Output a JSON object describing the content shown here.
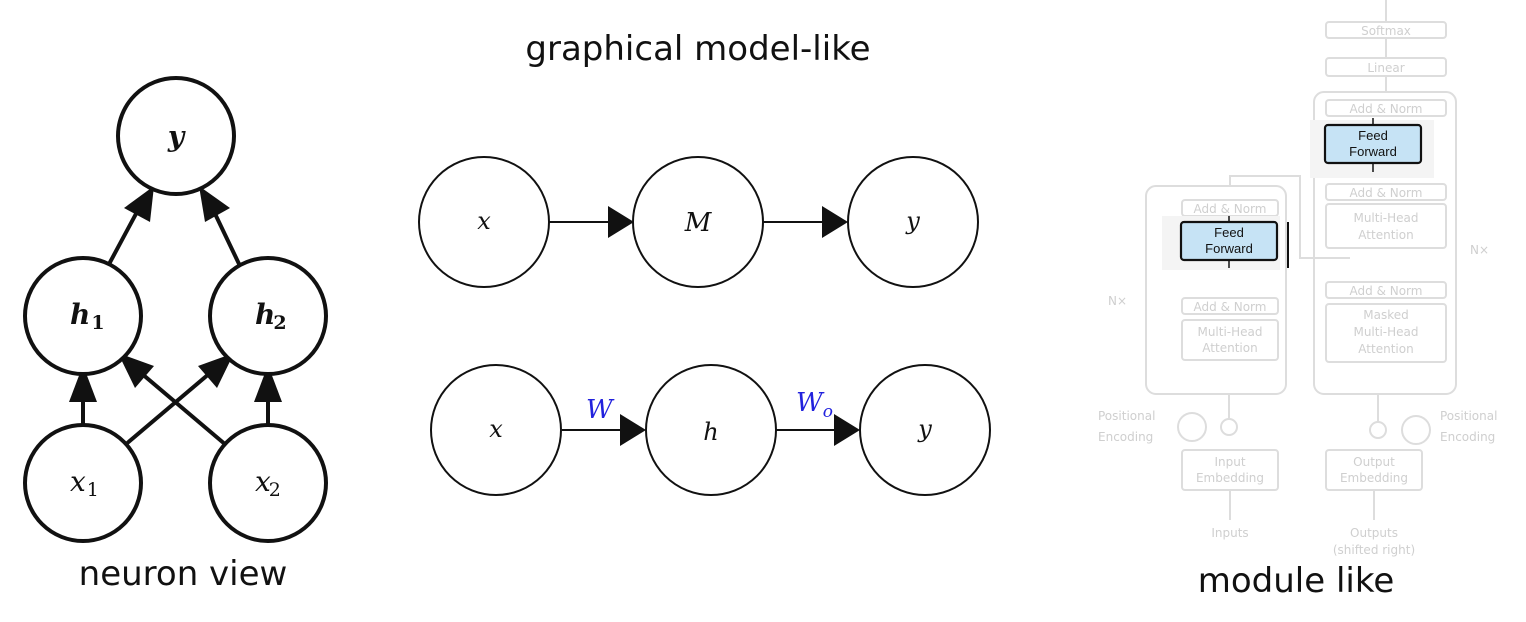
{
  "captions": {
    "graphical": "graphical model-like",
    "neuron": "neuron view",
    "module": "module like"
  },
  "neuron_view": {
    "nodes": {
      "y": "y",
      "h1": "h",
      "h1_sub": "1",
      "h2": "h",
      "h2_sub": "2",
      "x1": "x",
      "x1_sub": "1",
      "x2": "x",
      "x2_sub": "2"
    }
  },
  "graphical_model": {
    "row1": {
      "n1": "x",
      "n2": "M",
      "n3": "y"
    },
    "row2": {
      "n1": "x",
      "n2": "h",
      "n3": "y",
      "edge1": "W",
      "edge2": "W",
      "edge2_sub": "o"
    }
  },
  "module_like": {
    "softmax": "Softmax",
    "linear": "Linear",
    "add_norm": "Add & Norm",
    "feed_forward_1": "Feed",
    "feed_forward_2": "Forward",
    "multi_head_1": "Multi-Head",
    "multi_head_2": "Attention",
    "masked_1": "Masked",
    "masked_2": "Multi-Head",
    "masked_3": "Attention",
    "nx": "N×",
    "positional_1": "Positional",
    "positional_2": "Encoding",
    "input_emb_1": "Input",
    "input_emb_2": "Embedding",
    "output_emb_1": "Output",
    "output_emb_2": "Embedding",
    "inputs": "Inputs",
    "outputs_1": "Outputs",
    "outputs_2": "(shifted right)"
  },
  "colors": {
    "feed_forward_fill": "#c6e3f5",
    "weight_label": "#2222dd",
    "faded": "#dddddd"
  }
}
